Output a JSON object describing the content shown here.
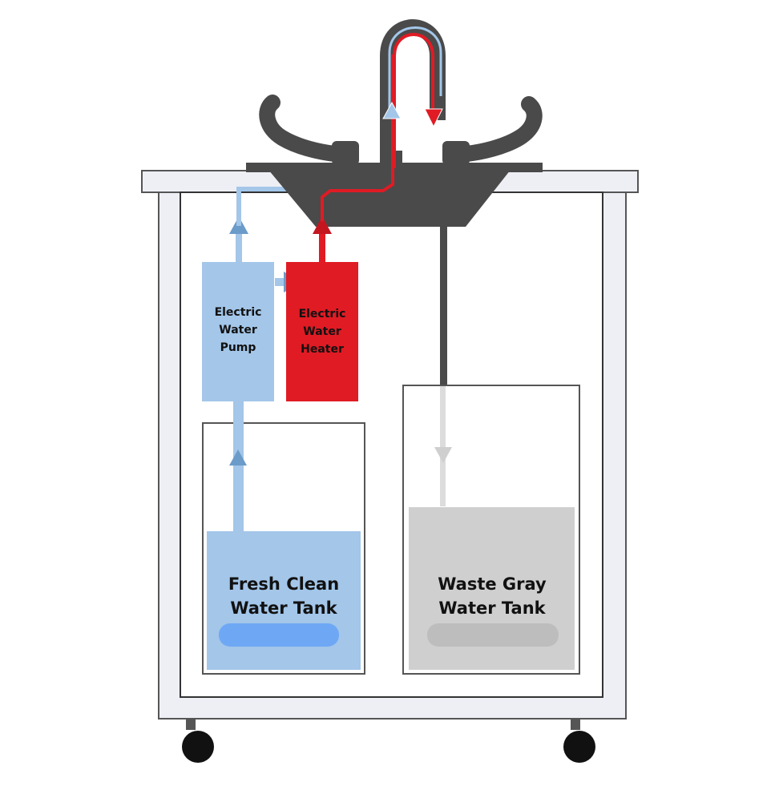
{
  "diagram": {
    "pump": {
      "line1": "Electric",
      "line2": "Water",
      "line3": "Pump"
    },
    "heater": {
      "line1": "Electric",
      "line2": "Water",
      "line3": "Heater"
    },
    "fresh_tank": {
      "line1": "Fresh Clean",
      "line2": "Water Tank"
    },
    "waste_tank": {
      "line1": "Waste Gray",
      "line2": "Water Tank"
    }
  },
  "colors": {
    "cold_water": "#a3c6e9",
    "hot_water": "#e01b24",
    "fixture": "#4a4a4a",
    "gray_water": "#cfcfcf",
    "cabinet_fill": "#eeeff5",
    "cabinet_stroke": "#555555",
    "fresh_indicator": "#6ea8f5",
    "waste_indicator": "#bdbdbd"
  },
  "icons": [
    "faucet-icon",
    "handle-icon",
    "wheel-icon",
    "arrow-icon"
  ]
}
